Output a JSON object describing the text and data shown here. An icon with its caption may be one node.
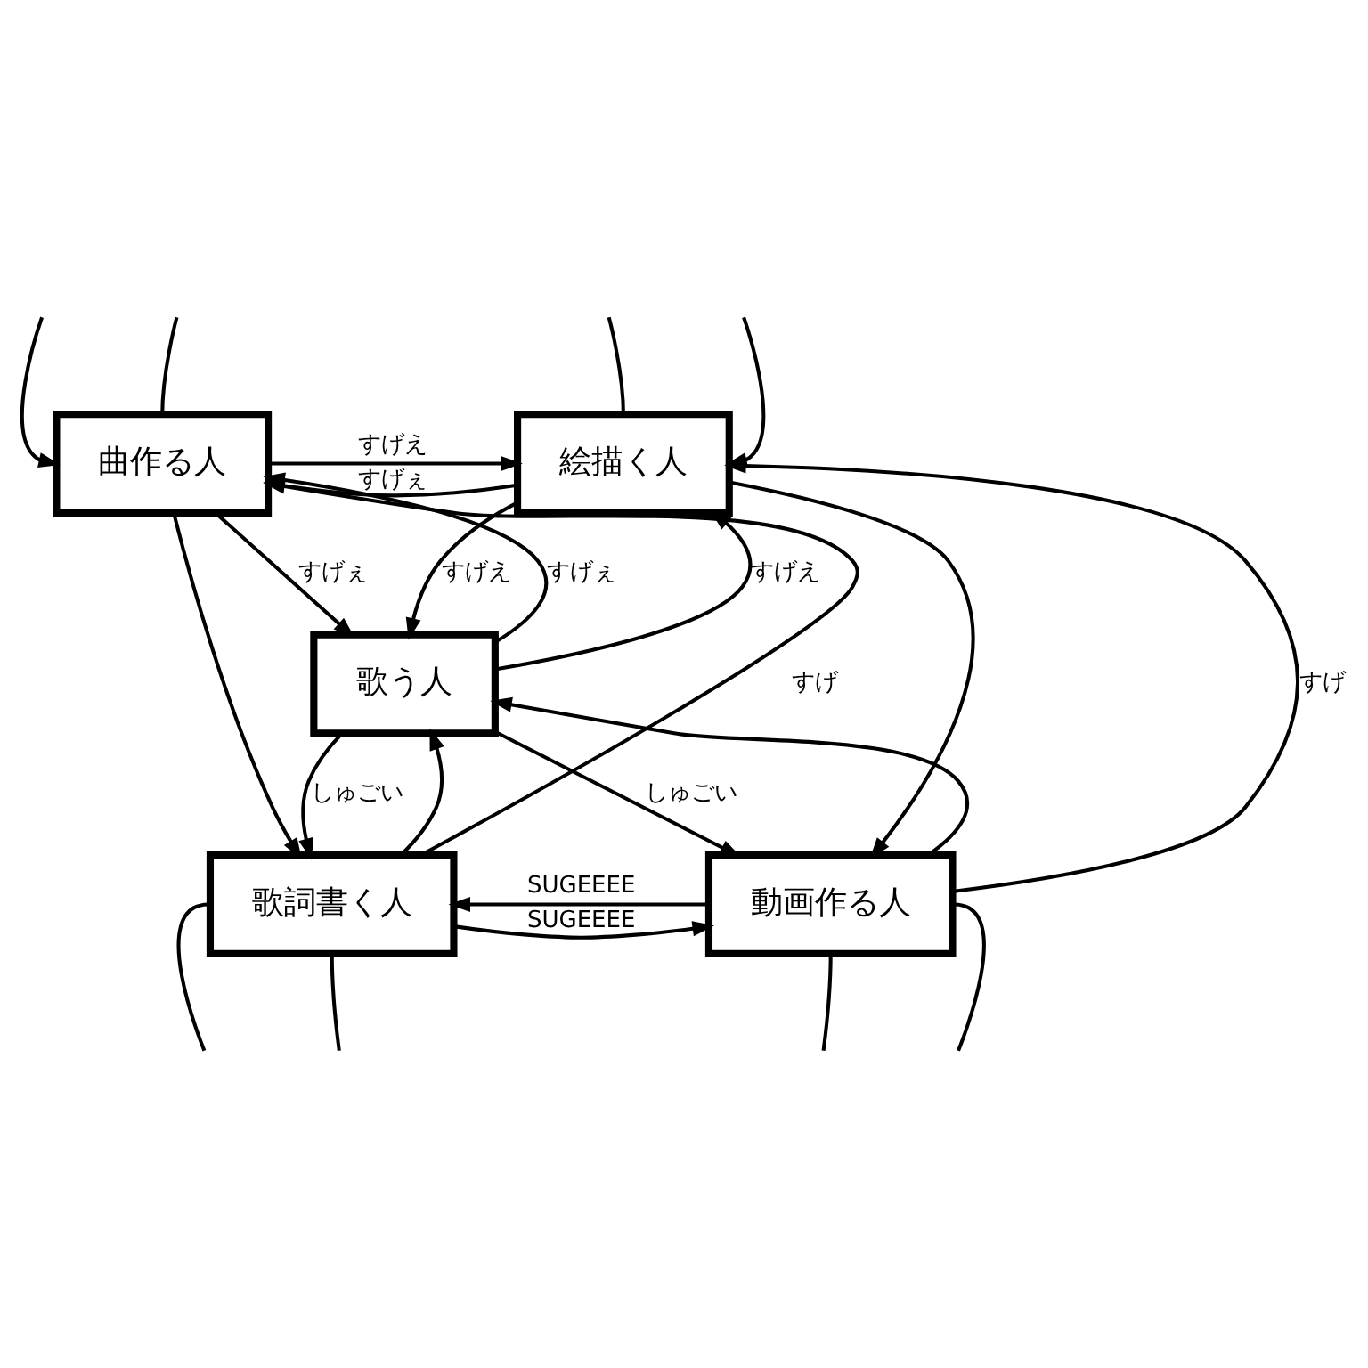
{
  "diagram": {
    "nodes": [
      {
        "text": [
          "曲作る人"
        ]
      },
      {
        "text": [
          "絵描く人"
        ]
      },
      {
        "text": [
          "歌う人"
        ]
      },
      {
        "text": [
          "歌詞書く人"
        ]
      },
      {
        "text": [
          "動画作る人"
        ]
      }
    ],
    "edges": [
      {
        "from": 0,
        "to": 1,
        "arrow": "to",
        "label": "すげえ"
      },
      {
        "from": 1,
        "to": 0,
        "arrow": "to",
        "label": "すげぇ"
      },
      {
        "from": 0,
        "to": 2,
        "arrow": "to",
        "label": "すげぇ"
      },
      {
        "from": 2,
        "to": 0,
        "arrow": "to",
        "label": "すげぇ"
      },
      {
        "from": 2,
        "to": 1,
        "arrow": "to",
        "label": "すげえ"
      },
      {
        "from": 1,
        "to": 2,
        "arrow": "to",
        "label": "すげえ"
      },
      {
        "from": 3,
        "to": 0,
        "arrow": "to",
        "label": "すげ"
      },
      {
        "from": 0,
        "to": 3,
        "arrow": "to"
      },
      {
        "from": 4,
        "to": 1,
        "arrow": "to",
        "label": "すげ"
      },
      {
        "from": 1,
        "to": 4,
        "arrow": "to"
      },
      {
        "from": 2,
        "to": 3,
        "arrow": "to",
        "label": "しゅごい"
      },
      {
        "from": 3,
        "to": 2,
        "arrow": "to"
      },
      {
        "from": 4,
        "to": 2,
        "arrow": "to"
      },
      {
        "from": 2,
        "to": 4,
        "arrow": "to",
        "label": "しゅごい"
      },
      {
        "from": 4,
        "to": 3,
        "arrow": "to",
        "label": "SUGEEEE"
      },
      {
        "from": 3,
        "to": 4,
        "arrow": "to",
        "label": "SUGEEEE"
      },
      {
        "from": null,
        "to": 0,
        "arrow": "to"
      },
      {
        "from": null,
        "to": 0,
        "arrow": "none"
      },
      {
        "from": null,
        "to": 1,
        "arrow": "to"
      },
      {
        "from": null,
        "to": 1,
        "arrow": "none"
      },
      {
        "from": null,
        "to": 3,
        "arrow": "none"
      },
      {
        "from": null,
        "to": 3,
        "arrow": "none"
      },
      {
        "from": null,
        "to": 4,
        "arrow": "none"
      },
      {
        "from": null,
        "to": 4,
        "arrow": "none"
      }
    ]
  }
}
